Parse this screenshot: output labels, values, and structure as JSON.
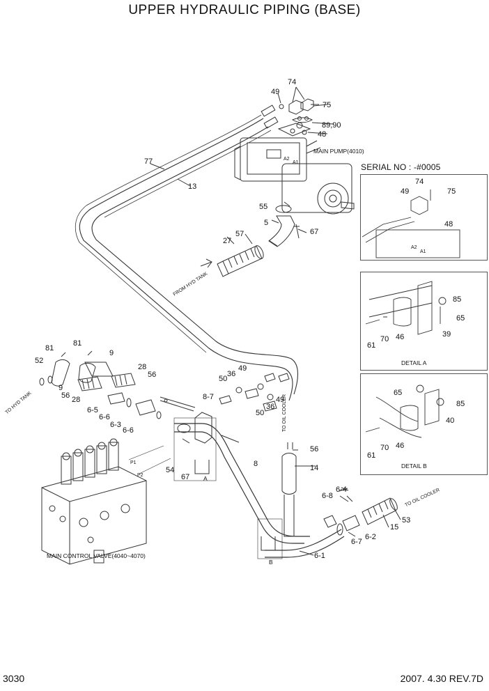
{
  "title": "UPPER HYDRAULIC PIPING (BASE)",
  "page_number": "3030",
  "revision": "2007. 4.30  REV.7D",
  "serial": "SERIAL NO : -#0005",
  "captions": {
    "main_pump": "MAIN PUMP(4010)",
    "main_control_valve": "MAIN CONTROL VALVE(4040~4070)",
    "detail_a": "DETAIL A",
    "detail_b": "DETAIL B",
    "from_hyd_tank": "FROM HYD TANK",
    "to_hyd_tank": "TO HYD TANK",
    "to_oil_cooler_1": "TO OIL COOLER",
    "to_oil_cooler_2": "TO OIL COOLER",
    "a2": "A2",
    "a1": "A1",
    "a2_inset": "A2",
    "a1_inset": "A1",
    "p1": "P1",
    "p2": "P2",
    "ref_a": "A",
    "ref_b": "B"
  },
  "labels": {
    "l74": "74",
    "l49": "49",
    "l75": "75",
    "l8990": "89,90",
    "l48": "48",
    "l77": "77",
    "l13": "13",
    "l55": "55",
    "l5": "5",
    "l67a": "67",
    "l27": "27",
    "l57": "57",
    "i49": "49",
    "i74": "74",
    "i75": "75",
    "i48": "48",
    "a85": "85",
    "a65": "65",
    "a61": "61",
    "a70": "70",
    "a46": "46",
    "a39": "39",
    "b65": "65",
    "b85": "85",
    "b40": "40",
    "b61": "61",
    "b70": "70",
    "b46": "46",
    "l81a": "81",
    "l81b": "81",
    "l9a": "9",
    "l52": "52",
    "l9b": "9",
    "l56a": "56",
    "l28a": "28",
    "l28b": "28",
    "l56b": "56",
    "l65a": "6-5",
    "l66a": "6-6",
    "l63": "6-3",
    "l66b": "6-6",
    "l87": "8-7",
    "l50a": "50",
    "l36a": "36",
    "l49a": "49",
    "l36b": "36",
    "l49b": "49",
    "l50b": "50",
    "l8": "8",
    "l54": "54",
    "l67b": "67",
    "l56c": "56",
    "l14": "14",
    "l64": "6-4",
    "l68": "6-8",
    "l62": "6-2",
    "l67c": "6-7",
    "l61": "6-1",
    "l15": "15",
    "l53": "53"
  }
}
